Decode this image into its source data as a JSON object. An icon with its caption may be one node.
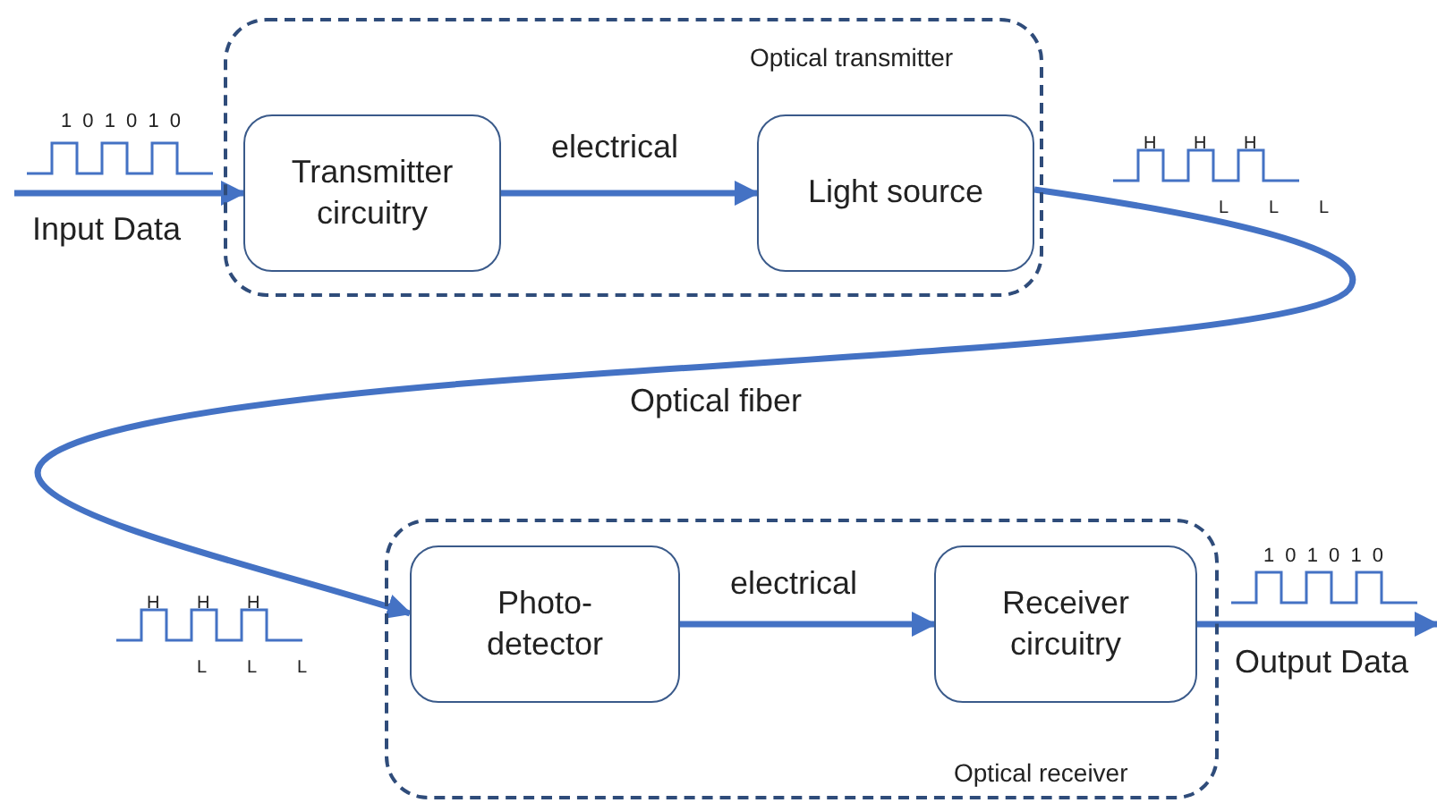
{
  "diagram": {
    "nodes": [
      {
        "text": [
          "Optical transmitter"
        ]
      },
      {
        "text": [
          "Transmitter circuitry"
        ],
        "in": 0
      },
      {
        "text": [
          "Light source"
        ],
        "in": 0
      },
      {
        "text": [
          "Optical receiver"
        ]
      },
      {
        "text": [
          "Photo- detector"
        ],
        "in": 3
      },
      {
        "text": [
          "Receiver circuitry"
        ],
        "in": 3
      }
    ],
    "edges": [
      {
        "from": null,
        "to": 1,
        "arrow": "to",
        "label": "Input Data"
      },
      {
        "from": 1,
        "to": 2,
        "arrow": "to",
        "label": "electrical"
      },
      {
        "from": 2,
        "to": 4,
        "arrow": "to",
        "label": "Optical fiber"
      },
      {
        "from": 4,
        "to": 5,
        "arrow": "to",
        "label": "electrical"
      },
      {
        "from": 5,
        "to": null,
        "arrow": "to",
        "label": "Output Data"
      }
    ],
    "labels": [
      "1 0 1 0 1 0",
      "H",
      "H",
      "H",
      "L",
      "L",
      "L",
      "H",
      "H",
      "H",
      "L",
      "L",
      "L",
      "1 0 1 0 1 0"
    ]
  }
}
